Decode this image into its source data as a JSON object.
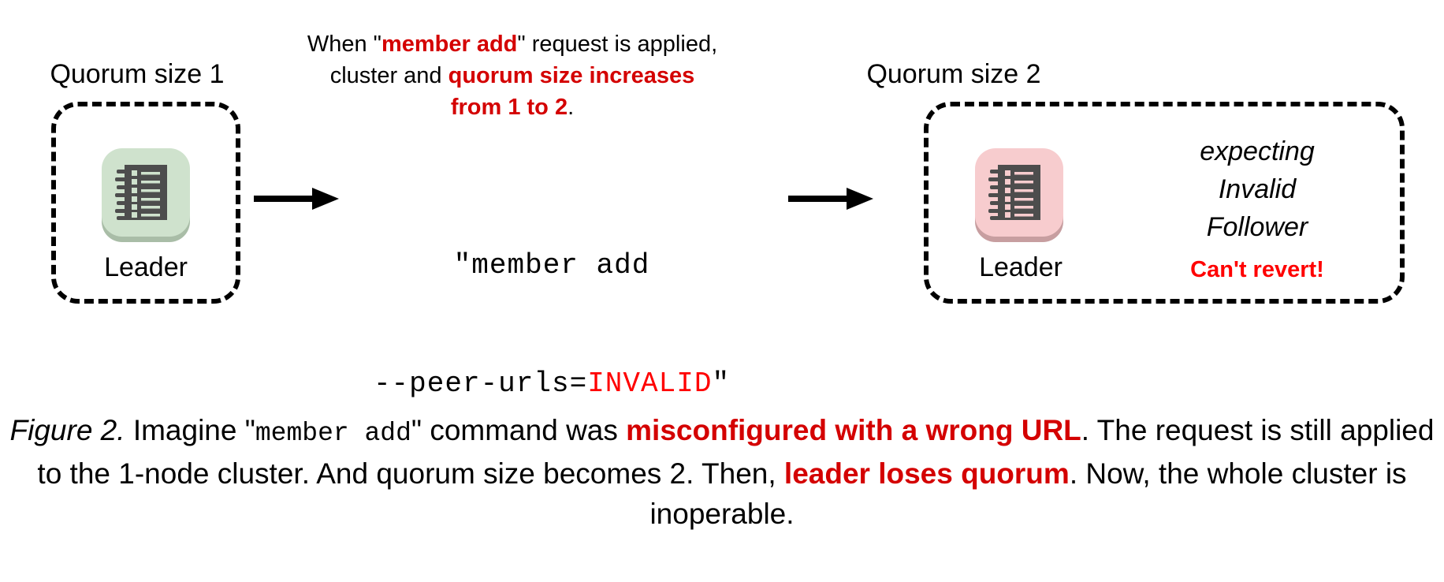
{
  "figure": {
    "top_annotation": {
      "line1_pre": "When \"",
      "line1_hl": "member add",
      "line1_post": "\" request is applied,",
      "line2_pre": "cluster and ",
      "line2_hl": "quorum size increases",
      "line3_hl": "from 1 to 2",
      "line3_post": "."
    },
    "left_cluster": {
      "title": "Quorum size 1",
      "node_label": "Leader",
      "node_icon": "server-log-icon",
      "node_color": "#cfe2cd"
    },
    "right_cluster": {
      "title": "Quorum size 2",
      "node_label": "Leader",
      "node_icon": "server-log-icon",
      "node_color": "#f7ccce",
      "expecting_line1": "expecting",
      "expecting_line2": "Invalid",
      "expecting_line3": "Follower",
      "warning": "Can't revert!"
    },
    "command": {
      "line1": "\"member add",
      "line2_pre": "--peer-urls=",
      "line2_invalid": "INVALID",
      "line2_post": "\""
    },
    "arrows": {
      "arrow1": "arrow-right",
      "arrow2": "arrow-right"
    },
    "caption": {
      "label": "Figure 2.",
      "seg1": " Imagine \"",
      "mono1": "member add",
      "seg2": "\" command was ",
      "hl1": "misconfigured with a wrong URL",
      "seg3": ". The request is still applied to the 1-node cluster. And quorum size becomes 2. Then, ",
      "hl2": "leader loses quorum",
      "seg4": ". Now, the whole cluster is inoperable."
    },
    "colors": {
      "accent_red": "#d40000",
      "invalid_red": "#ff0000",
      "node_green": "#cfe2cd",
      "node_pink": "#f7ccce",
      "icon_dark": "#4d4d4d"
    }
  }
}
